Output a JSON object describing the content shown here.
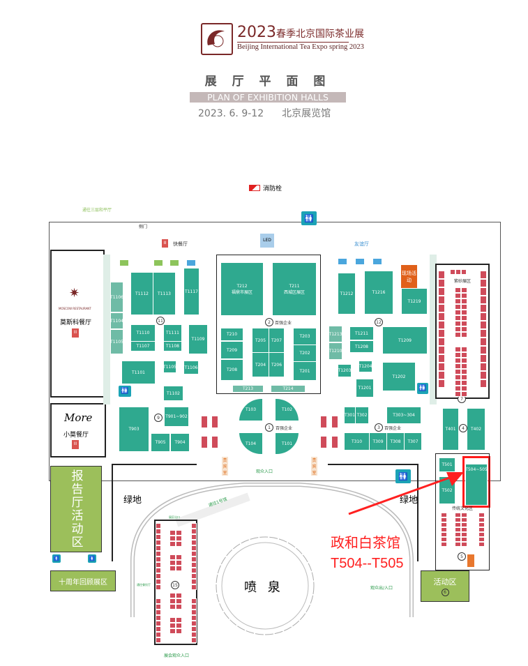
{
  "header": {
    "title_year": "2023",
    "title_cn": "春季北京国际茶业展",
    "subtitle_en": "Beijing International Tea Expo spring 2023",
    "heading_cn": "展 厅 平 面 图",
    "heading_en": "PLAN OF EXHIBITION HALLS",
    "date": "2023. 6. 9-12",
    "venue": "北京展览馆"
  },
  "legend": {
    "fire_hydrant": "消防栓"
  },
  "labels": {
    "to_floor3": "通往三层和平厅",
    "side_gate": "侧门",
    "fast_food": "快餐厅",
    "friendship_hall": "友谊厅",
    "led": "LED",
    "moscow_en": "MOSCOW RESTAURANT",
    "moscow_cn": "莫斯科餐厅",
    "more_logo": "More",
    "more_cn": "小莫餐厅",
    "report_hall": "报告厅活动区",
    "decade_zone": "十周年回顾展区",
    "green_left": "绿地",
    "green_right": "绿地",
    "fountain": "喷 泉",
    "activity_zone": "活动区",
    "live_event": "现场活动",
    "zisha_zone": "紫砂展区",
    "hall5_zone": "传统文化区",
    "entrance_main": "观众入口",
    "entrance_right": "观众出/入口",
    "entrance_hall15": "展会观众入口",
    "to_hall1": "通往1号馆",
    "hall15_exit": "展区出口",
    "hall15_side": "通往餐饮厅",
    "vip_left": "贵宾室",
    "vip_right": "贵宾室"
  },
  "zones": {
    "top100_1": "百强企业",
    "top100_2": "百强企业",
    "top100_3": "百强企业"
  },
  "hall_numbers": {
    "h1": "1",
    "h2": "2",
    "h3": "3",
    "h4": "4",
    "h5": "5",
    "h6": "6",
    "h7": "7",
    "h9": "9",
    "h11": "11",
    "h12": "12",
    "h15": "15"
  },
  "booths": {
    "T1112": "T1112",
    "T1113": "T1113",
    "T1117": "T1117",
    "T1110": "T1110",
    "T1107": "T1107",
    "T1111": "T1111",
    "T1108": "T1108",
    "T1109": "T1109",
    "T1106a": "T1106",
    "T1104": "T1104",
    "T1103": "T1105",
    "T1105": "T1105",
    "T1106": "T1106",
    "T1101": "T1101",
    "T1102": "T1102",
    "T212": "T212",
    "T211": "T211",
    "T212_sub": "福鼎市展区",
    "T211_sub": "西城区展区",
    "T210": "T210",
    "T209": "T209",
    "T208": "T208",
    "T205": "T205",
    "T204": "T204",
    "T207": "T207",
    "T206": "T206",
    "T203": "T203",
    "T202": "T202",
    "T201": "T201",
    "T213": "T213",
    "T214": "T214",
    "T1212": "T1212",
    "T1216": "T1216",
    "T1219": "T1219",
    "T1213": "T1213",
    "T1210": "T1210",
    "T1211": "T1211",
    "T1208": "T1208",
    "T1209": "T1209",
    "T1204": "T1204",
    "T1203": "T1203",
    "T1202": "T1202",
    "T1201": "T1201",
    "T903": "T903",
    "T901_902": "T901~902",
    "T905": "T905",
    "T904": "T904",
    "T103": "T103",
    "T102": "T102",
    "T104": "T104",
    "T101": "T101",
    "T301": "T301",
    "T302": "T302",
    "T303_304": "T303~304",
    "T310": "T310",
    "T309": "T309",
    "T308": "T308",
    "T307": "T307",
    "T401": "T401",
    "T402": "T402",
    "T501": "T501",
    "T502": "T502",
    "T504_505": "T504~505"
  },
  "annotation": {
    "name": "政和白茶馆",
    "booths": "T504--T505",
    "color": "#ff2020"
  },
  "colors": {
    "booth": "#2fa98f",
    "red_booth": "#cf4b5a",
    "green_zone": "#9cbf5b",
    "accent": "#8b2a2a"
  }
}
